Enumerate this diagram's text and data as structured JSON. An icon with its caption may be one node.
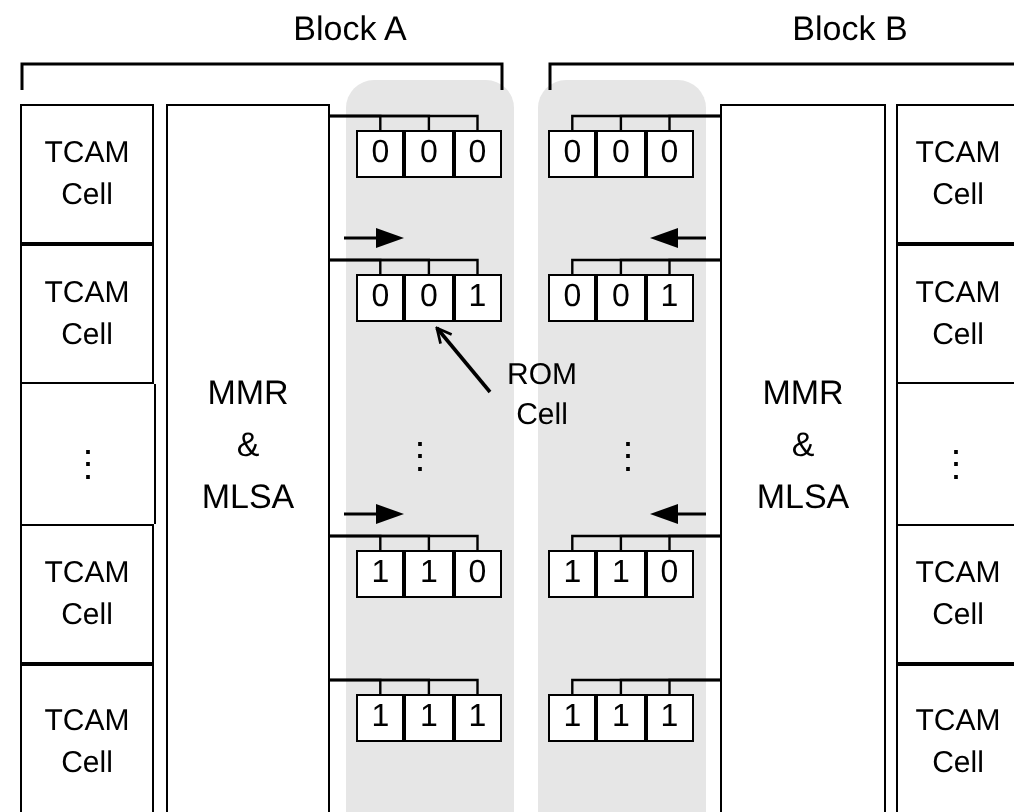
{
  "diagram": {
    "nodes": [
      {
        "text": [
          "TCAM Cell"
        ]
      },
      {
        "text": [
          "TCAM Cell"
        ]
      },
      {
        "text": [
          "TCAM Cell"
        ]
      },
      {
        "text": [
          "TCAM Cell"
        ]
      },
      {
        "text": [
          "MMR & MLSA"
        ]
      },
      {
        "text": [],
        "shape": "band"
      },
      {
        "text": [
          "0"
        ],
        "in": 5
      },
      {
        "text": [
          "0"
        ],
        "in": 5
      },
      {
        "text": [
          "0"
        ],
        "in": 5
      },
      {
        "text": [
          "0"
        ],
        "in": 5
      },
      {
        "text": [
          "0"
        ],
        "in": 5
      },
      {
        "text": [
          "1"
        ],
        "in": 5
      },
      {
        "text": [
          "1"
        ],
        "in": 5
      },
      {
        "text": [
          "1"
        ],
        "in": 5
      },
      {
        "text": [
          "0"
        ],
        "in": 5
      },
      {
        "text": [
          "1"
        ],
        "in": 5
      },
      {
        "text": [
          "1"
        ],
        "in": 5
      },
      {
        "text": [
          "1"
        ],
        "in": 5
      },
      {
        "text": [
          "ROM Cell"
        ]
      },
      {
        "text": [],
        "shape": "band"
      },
      {
        "text": [
          "0"
        ],
        "in": 19
      },
      {
        "text": [
          "0"
        ],
        "in": 19
      },
      {
        "text": [
          "0"
        ],
        "in": 19
      },
      {
        "text": [
          "0"
        ],
        "in": 19
      },
      {
        "text": [
          "0"
        ],
        "in": 19
      },
      {
        "text": [
          "1"
        ],
        "in": 19
      },
      {
        "text": [
          "1"
        ],
        "in": 19
      },
      {
        "text": [
          "1"
        ],
        "in": 19
      },
      {
        "text": [
          "0"
        ],
        "in": 19
      },
      {
        "text": [
          "1"
        ],
        "in": 19
      },
      {
        "text": [
          "1"
        ],
        "in": 19
      },
      {
        "text": [
          "1"
        ],
        "in": 19
      },
      {
        "text": [
          "MMR & MLSA"
        ]
      },
      {
        "text": [
          "TCAM Cell"
        ]
      },
      {
        "text": [
          "TCAM Cell"
        ]
      },
      {
        "text": [
          "TCAM Cell"
        ]
      },
      {
        "text": [
          "TCAM Cell"
        ]
      }
    ],
    "edges": [
      {
        "from": 4,
        "to": 6,
        "arrow": "none"
      },
      {
        "from": 4,
        "to": 7,
        "arrow": "none"
      },
      {
        "from": 4,
        "to": 8,
        "arrow": "none"
      },
      {
        "from": 4,
        "to": 9,
        "arrow": "none"
      },
      {
        "from": 4,
        "to": 10,
        "arrow": "none"
      },
      {
        "from": 4,
        "to": 11,
        "arrow": "none"
      },
      {
        "from": 4,
        "to": 12,
        "arrow": "none"
      },
      {
        "from": 4,
        "to": 13,
        "arrow": "none"
      },
      {
        "from": 4,
        "to": 14,
        "arrow": "none"
      },
      {
        "from": 4,
        "to": 15,
        "arrow": "none"
      },
      {
        "from": 4,
        "to": 16,
        "arrow": "none"
      },
      {
        "from": 4,
        "to": 17,
        "arrow": "none"
      },
      {
        "from": 18,
        "to": 10,
        "arrow": "to"
      },
      {
        "from": 32,
        "to": 20,
        "arrow": "none"
      },
      {
        "from": 32,
        "to": 21,
        "arrow": "none"
      },
      {
        "from": 32,
        "to": 22,
        "arrow": "none"
      },
      {
        "from": 32,
        "to": 23,
        "arrow": "none"
      },
      {
        "from": 32,
        "to": 24,
        "arrow": "none"
      },
      {
        "from": 32,
        "to": 25,
        "arrow": "none"
      },
      {
        "from": 32,
        "to": 26,
        "arrow": "none"
      },
      {
        "from": 32,
        "to": 27,
        "arrow": "none"
      },
      {
        "from": 32,
        "to": 28,
        "arrow": "none"
      },
      {
        "from": 32,
        "to": 29,
        "arrow": "none"
      },
      {
        "from": 32,
        "to": 30,
        "arrow": "none"
      },
      {
        "from": 32,
        "to": 31,
        "arrow": "none"
      }
    ],
    "labels": [
      "Block A",
      "Block B",
      "⋮",
      "⋮",
      "⋮",
      "⋮"
    ]
  }
}
